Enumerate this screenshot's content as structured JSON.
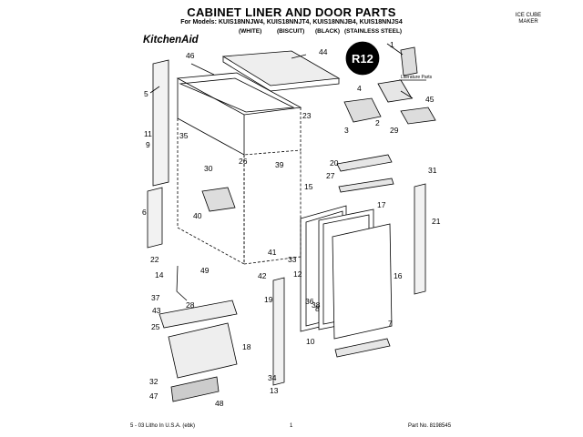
{
  "header": {
    "title": "CABINET LINER AND DOOR PARTS",
    "models": "For Models: KUIS18NNJW4, KUIS18NNJT4, KUIS18NNJB4, KUIS18NNJS4",
    "colors": [
      "(WHITE)",
      "(BISCUIT)",
      "(BLACK)",
      "(STAINLESS STEEL)"
    ],
    "section_line1": "ICE CUBE",
    "section_line2": "MAKER"
  },
  "logo": {
    "text": "KitchenAid",
    "badge": "R12"
  },
  "literature_label": "Literature Parts",
  "callouts": [
    "1",
    "2",
    "3",
    "4",
    "5",
    "6",
    "7",
    "8",
    "9",
    "10",
    "11",
    "12",
    "13",
    "14",
    "15",
    "16",
    "17",
    "18",
    "19",
    "20",
    "21",
    "22",
    "23",
    "25",
    "26",
    "27",
    "28",
    "29",
    "30",
    "31",
    "32",
    "33",
    "34",
    "35",
    "36",
    "37",
    "38",
    "39",
    "40",
    "41",
    "42",
    "43",
    "44",
    "45",
    "46",
    "47",
    "48",
    "49"
  ],
  "footer": {
    "left": "5 - 03 Litho In U.S.A. (ebk)",
    "center": "1",
    "right": "Part No. 8198545"
  },
  "colors_palette": {
    "ink": "#000000",
    "paper": "#ffffff",
    "shade": "#cfcfcf"
  }
}
